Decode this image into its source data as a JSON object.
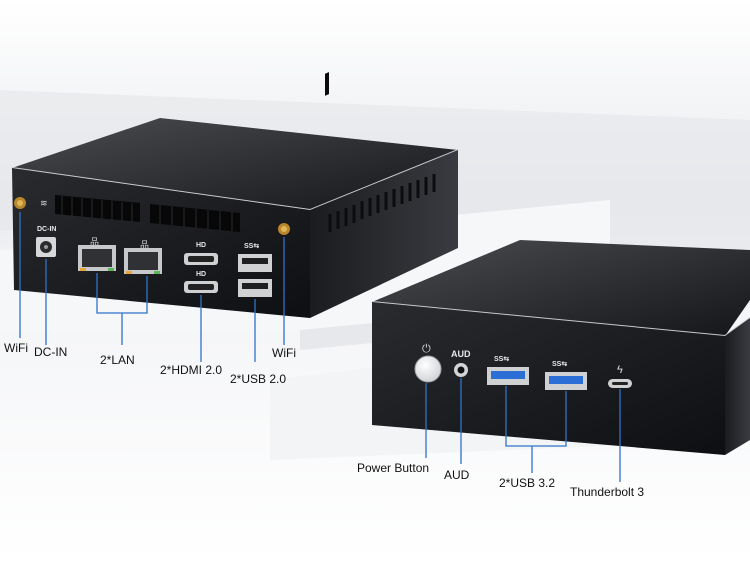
{
  "front_device": {
    "port_marks": {
      "aud": "AUD",
      "usb_logo_1": "SS⇆",
      "usb_logo_2": "SS⇆"
    }
  },
  "rear_device": {
    "port_marks": {
      "dc_in": "DC-IN",
      "hd_1": "HD",
      "hd_2": "HD",
      "usb_logo": "SS⇆"
    }
  },
  "callouts": {
    "wifi_left": "WiFi",
    "dc_in": "DC-IN",
    "lan": "2*LAN",
    "hdmi": "2*HDMI 2.0",
    "usb2": "2*USB 2.0",
    "wifi_right": "WiFi",
    "power": "Power Button",
    "aud": "AUD",
    "usb32": "2*USB 3.2",
    "thunderbolt": "Thunderbolt 3"
  },
  "colors": {
    "callout_line": "#2f73c9",
    "usb3_blue": "#2b6fd6",
    "device_dark": "#1e1f22",
    "pedestal": "#eef0f3"
  }
}
